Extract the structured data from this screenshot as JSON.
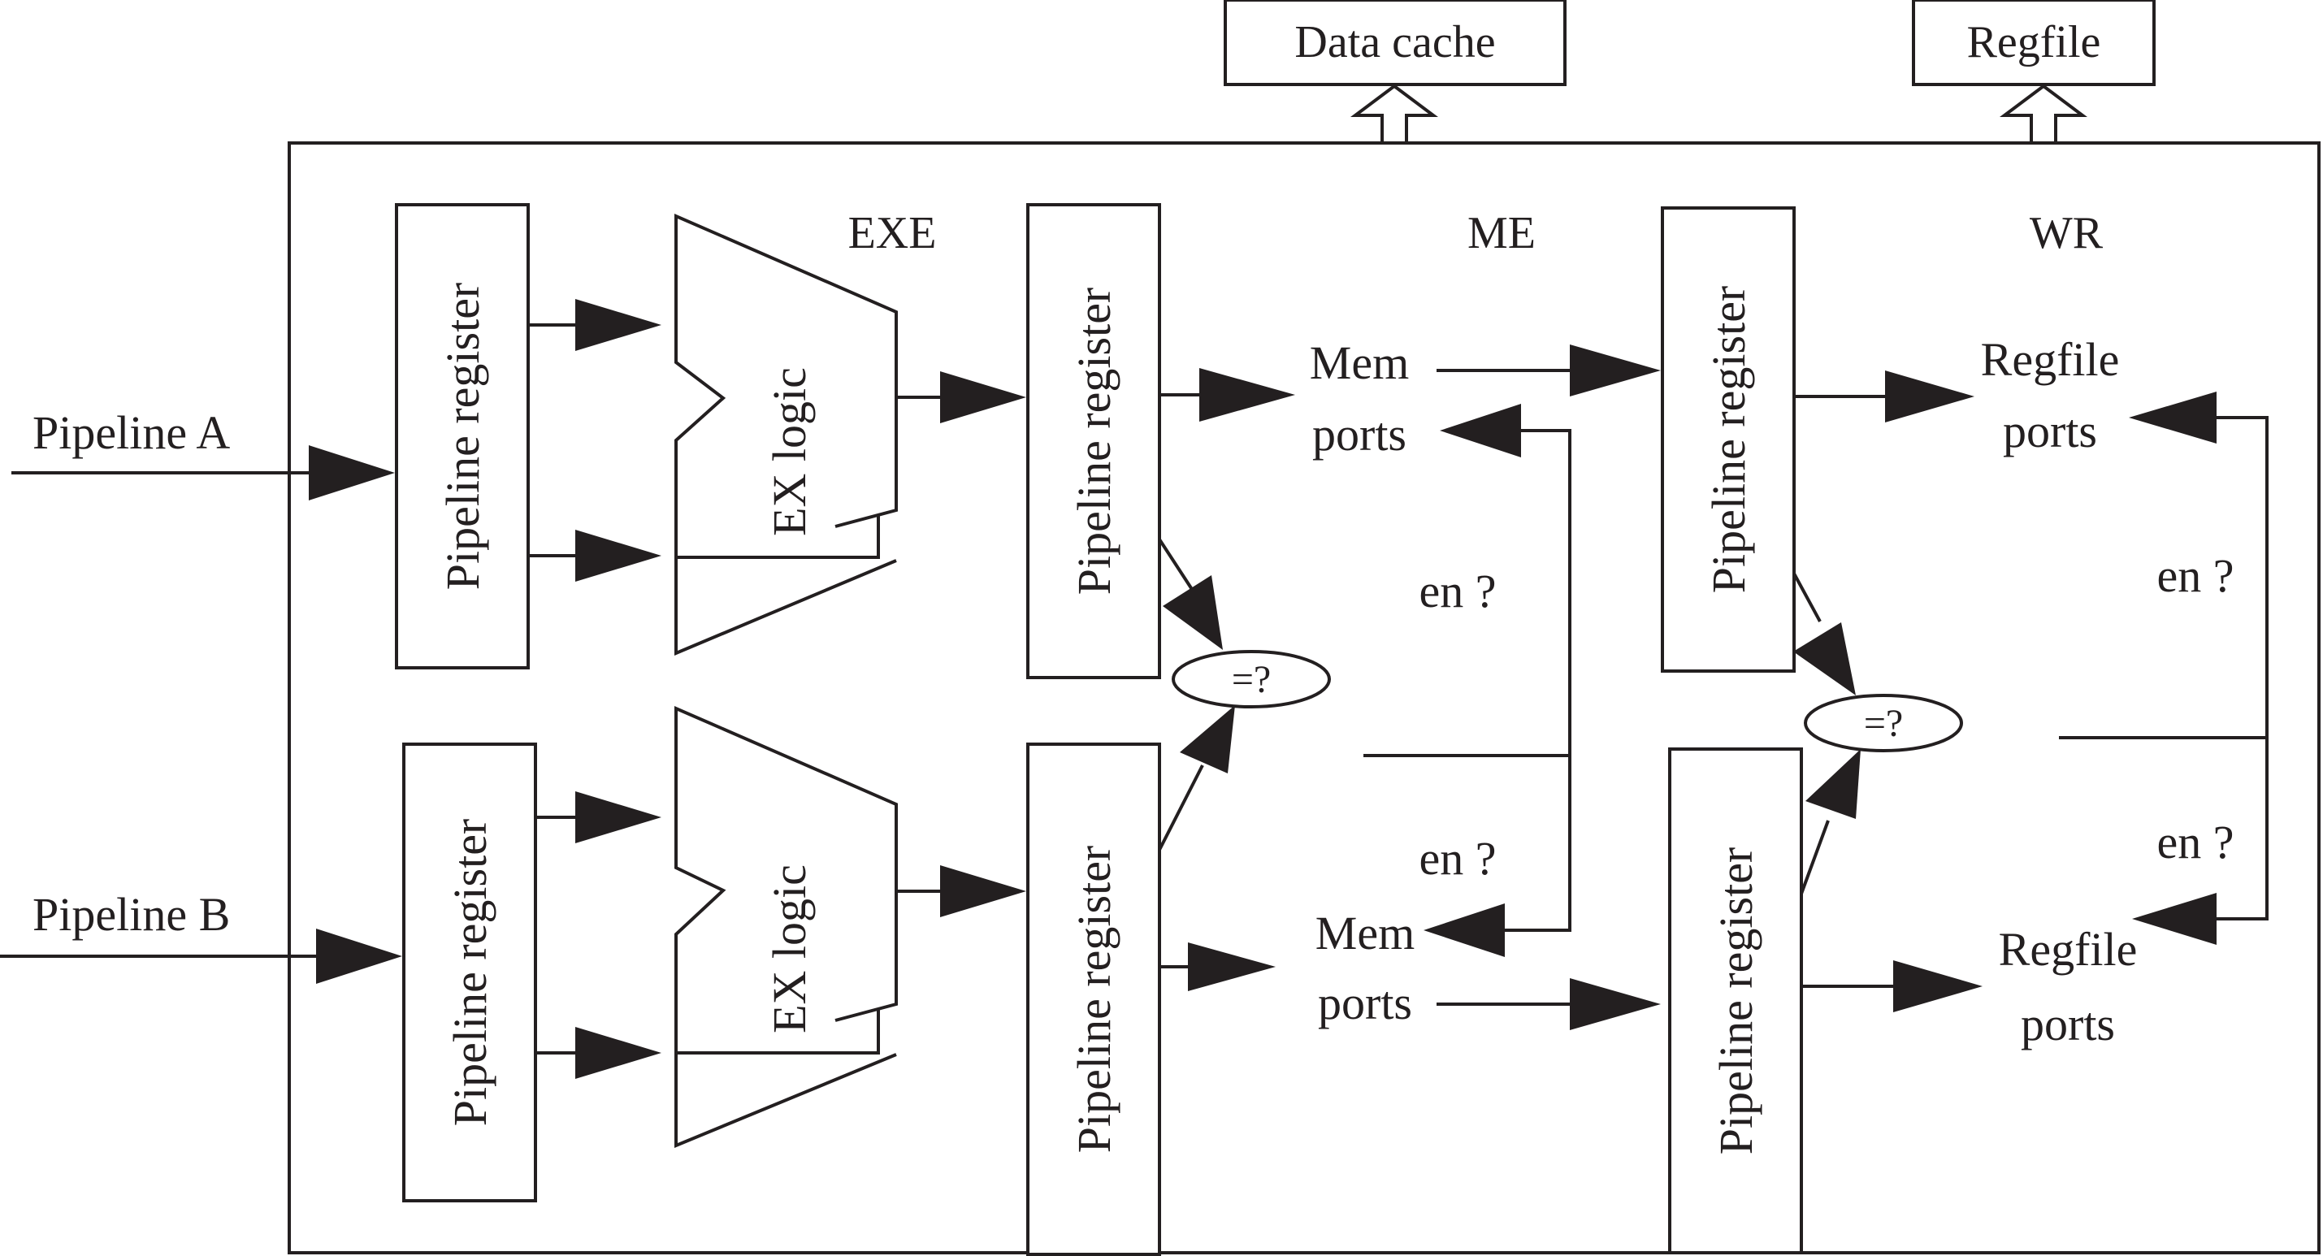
{
  "external": {
    "data_cache": "Data cache",
    "regfile": "Regfile"
  },
  "stages": {
    "exe": "EXE",
    "me": "ME",
    "wr": "WR"
  },
  "pipelines": {
    "a": "Pipeline A",
    "b": "Pipeline B"
  },
  "labels": {
    "pipeline_register": "Pipeline register",
    "ex_logic": "EX logic",
    "mem": "Mem",
    "ports": "ports",
    "regfile": "Regfile",
    "enable_check": "en ?",
    "compare": "=?"
  }
}
